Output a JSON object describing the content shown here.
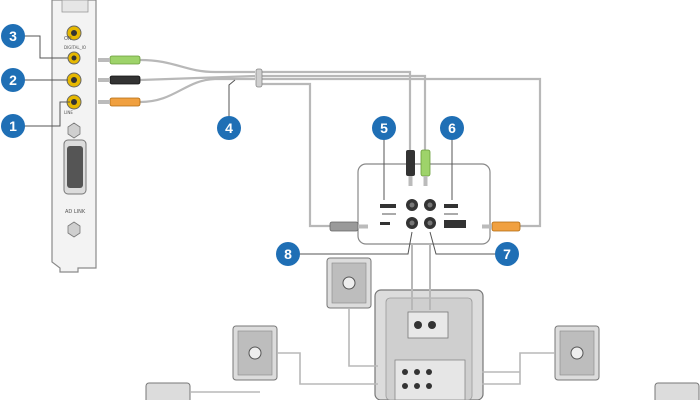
{
  "callouts": [
    {
      "id": "1",
      "color": "#1f6fb5"
    },
    {
      "id": "2",
      "color": "#1f6fb5"
    },
    {
      "id": "3",
      "color": "#1f6fb5"
    },
    {
      "id": "4",
      "color": "#1f6fb5"
    },
    {
      "id": "5",
      "color": "#1f6fb5"
    },
    {
      "id": "6",
      "color": "#1f6fb5"
    },
    {
      "id": "7",
      "color": "#1f6fb5"
    },
    {
      "id": "8",
      "color": "#1f6fb5"
    }
  ],
  "card": {
    "port_labels": [
      "DIGITAL_IO",
      "ON",
      "LINE"
    ],
    "ad_link": "AD LINK"
  },
  "plug_colors": {
    "green": "#9ed36a",
    "black": "#333333",
    "orange": "#f0a040",
    "grey": "#9a9a9a"
  },
  "icons": [
    "speaker-icon",
    "jack-icon"
  ]
}
